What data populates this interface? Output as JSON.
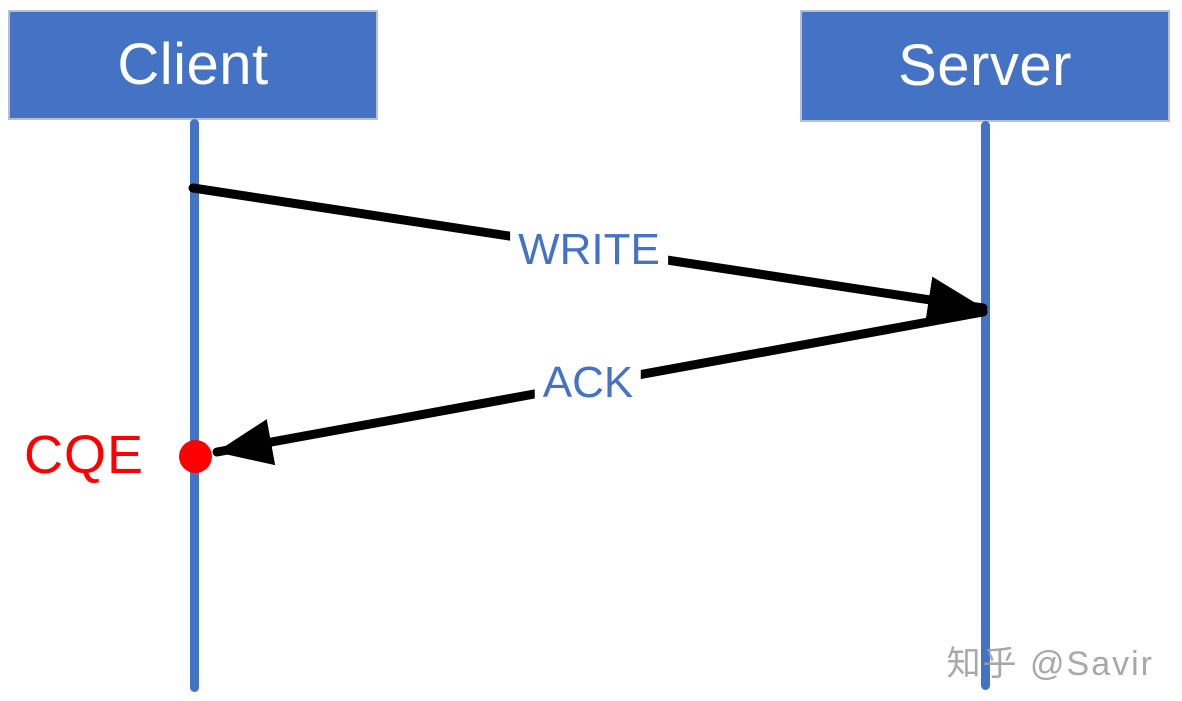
{
  "diagram": {
    "type": "sequence-diagram",
    "actors": [
      {
        "id": "client",
        "label": "Client"
      },
      {
        "id": "server",
        "label": "Server"
      }
    ],
    "messages": [
      {
        "label": "WRITE",
        "from": "client",
        "to": "server"
      },
      {
        "label": "ACK",
        "from": "server",
        "to": "client"
      }
    ],
    "event": {
      "label": "CQE",
      "on": "client",
      "marker": "red-dot"
    },
    "watermark": "知乎 @Savir",
    "colors": {
      "actor_fill": "#4472C4",
      "actor_border": "#B7C0D2",
      "actor_text": "#FFFFFF",
      "lifeline": "#4472C4",
      "arrow": "#000000",
      "message_label": "#4472C4",
      "event_label": "#FF0000",
      "event_dot": "#FF0000",
      "watermark": "#9E9E9E",
      "background": "#FFFFFF"
    }
  }
}
